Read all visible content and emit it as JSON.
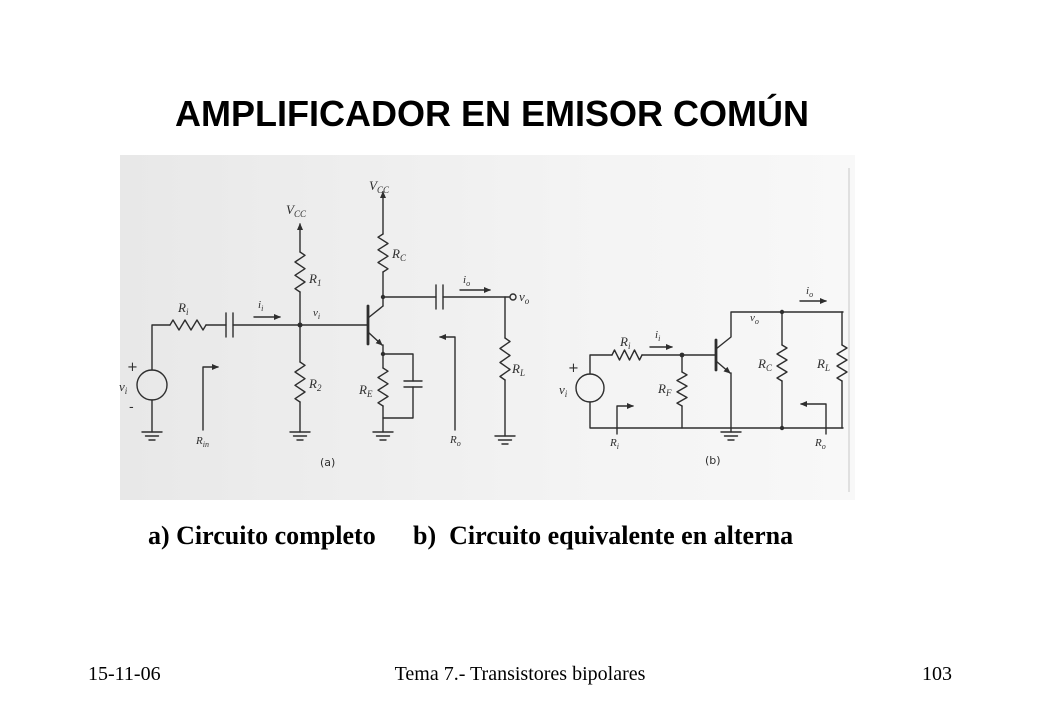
{
  "slide": {
    "title": "AMPLIFICADOR EN EMISOR COMÚN",
    "caption": {
      "a": "a) Circuito completo",
      "b": "b)  Circuito equivalente en alterna"
    },
    "footer": {
      "date": "15-11-06",
      "topic": "Tema 7.- Transistores bipolares",
      "page": "103"
    }
  },
  "diagram": {
    "a": {
      "tag": "(a)",
      "source": {
        "plus": "+",
        "minus": "-",
        "label": {
          "main": "v",
          "sub": "i"
        }
      },
      "ri": {
        "main": "R",
        "sub": "i"
      },
      "ii": {
        "main": "i",
        "sub": "i"
      },
      "rin": {
        "main": "R",
        "sub": "in"
      },
      "vcc_bias": {
        "main": "V",
        "sub": "CC"
      },
      "r1": {
        "main": "R",
        "sub": "1"
      },
      "vi_node": {
        "main": "v",
        "sub": "i"
      },
      "r2": {
        "main": "R",
        "sub": "2"
      },
      "vcc_collector": {
        "main": "V",
        "sub": "CC"
      },
      "rc": {
        "main": "R",
        "sub": "C"
      },
      "io": {
        "main": "i",
        "sub": "o"
      },
      "vo": {
        "main": "v",
        "sub": "o"
      },
      "rl": {
        "main": "R",
        "sub": "L"
      },
      "re": {
        "main": "R",
        "sub": "E"
      },
      "ro": {
        "main": "R",
        "sub": "o"
      }
    },
    "b": {
      "tag": "(b)",
      "source": {
        "plus": "+",
        "label": {
          "main": "v",
          "sub": "i"
        }
      },
      "ri": {
        "main": "R",
        "sub": "i"
      },
      "ii": {
        "main": "i",
        "sub": "i"
      },
      "rf": {
        "main": "R",
        "sub": "F"
      },
      "vo": {
        "main": "v",
        "sub": "o"
      },
      "rc": {
        "main": "R",
        "sub": "C"
      },
      "io": {
        "main": "i",
        "sub": "o"
      },
      "rl": {
        "main": "R",
        "sub": "L"
      },
      "ri_arrow": {
        "main": "R",
        "sub": "i"
      },
      "ro": {
        "main": "R",
        "sub": "o"
      }
    }
  },
  "colors": {
    "background": "#ffffff",
    "text": "#000000",
    "ink": "#2e2e2e",
    "scan_light": "#f7f7f7",
    "scan_dark": "#e8e8e8"
  }
}
